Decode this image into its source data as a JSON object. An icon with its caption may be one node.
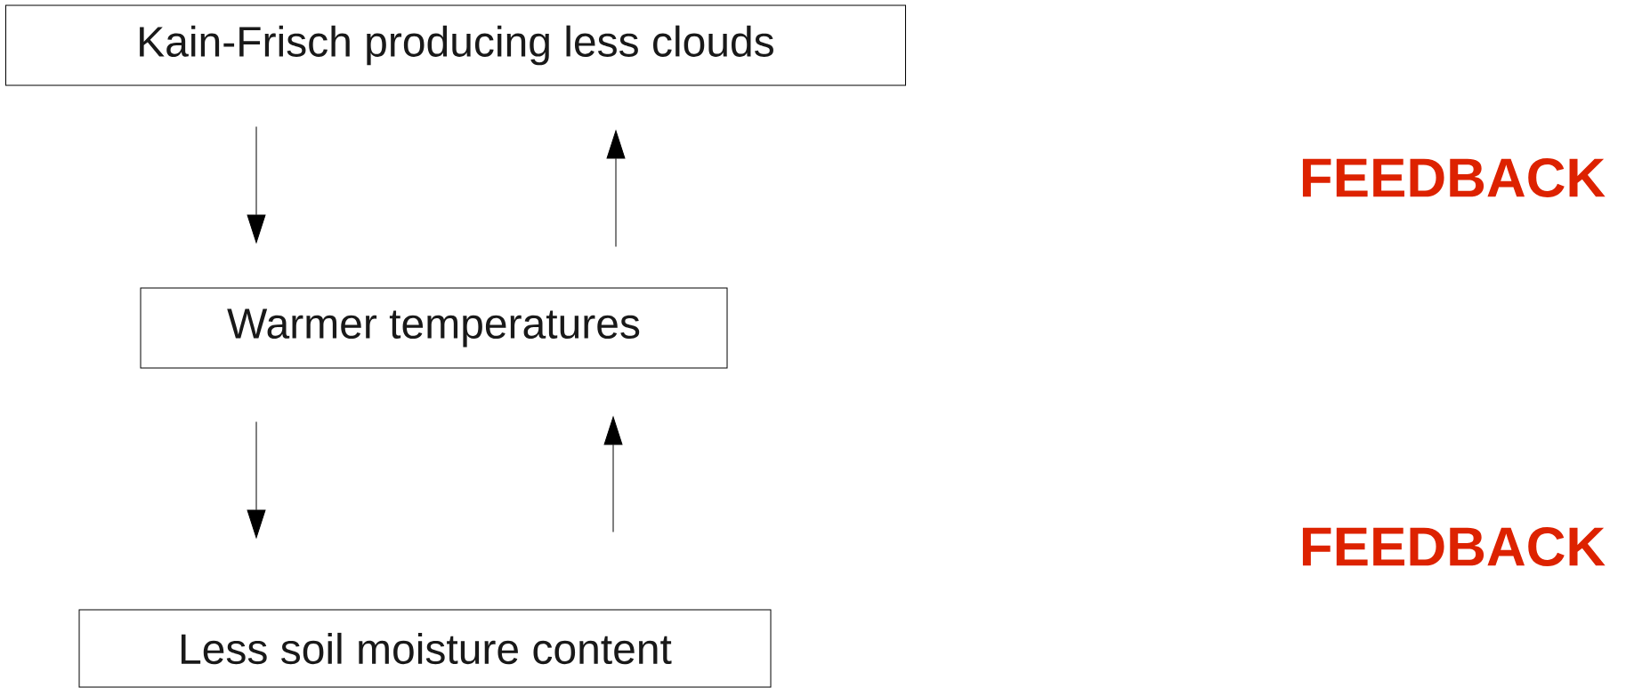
{
  "diagram": {
    "nodes": [
      {
        "text": [
          "Kain-Frisch producing less clouds"
        ]
      },
      {
        "text": [
          "Warmer temperatures"
        ]
      },
      {
        "text": [
          "Less soil moisture content"
        ]
      }
    ],
    "edges": [
      {
        "from": 0,
        "to": 1,
        "arrow": "to"
      },
      {
        "from": 1,
        "to": 0,
        "arrow": "to"
      },
      {
        "from": 1,
        "to": 2,
        "arrow": "to"
      },
      {
        "from": 2,
        "to": 1,
        "arrow": "to"
      }
    ],
    "labels": [
      "FEEDBACK",
      "FEEDBACK"
    ]
  }
}
